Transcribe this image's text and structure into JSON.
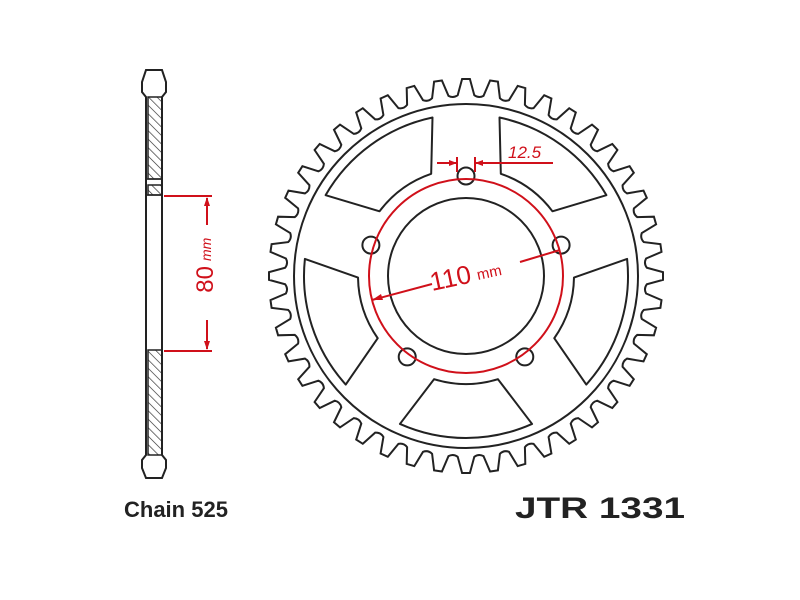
{
  "title": "JTR 1331",
  "chain_label": "Chain 525",
  "sprocket": {
    "teeth": 44
  },
  "dimensions": {
    "hub_diameter_value": "80",
    "hub_diameter_unit": "mm",
    "pcd_value": "110",
    "pcd_unit": "mm",
    "bolt_hole_label": "12.5",
    "bolt_holes": 5
  },
  "colors": {
    "line": "#222222",
    "dimension": "#d0101a"
  }
}
